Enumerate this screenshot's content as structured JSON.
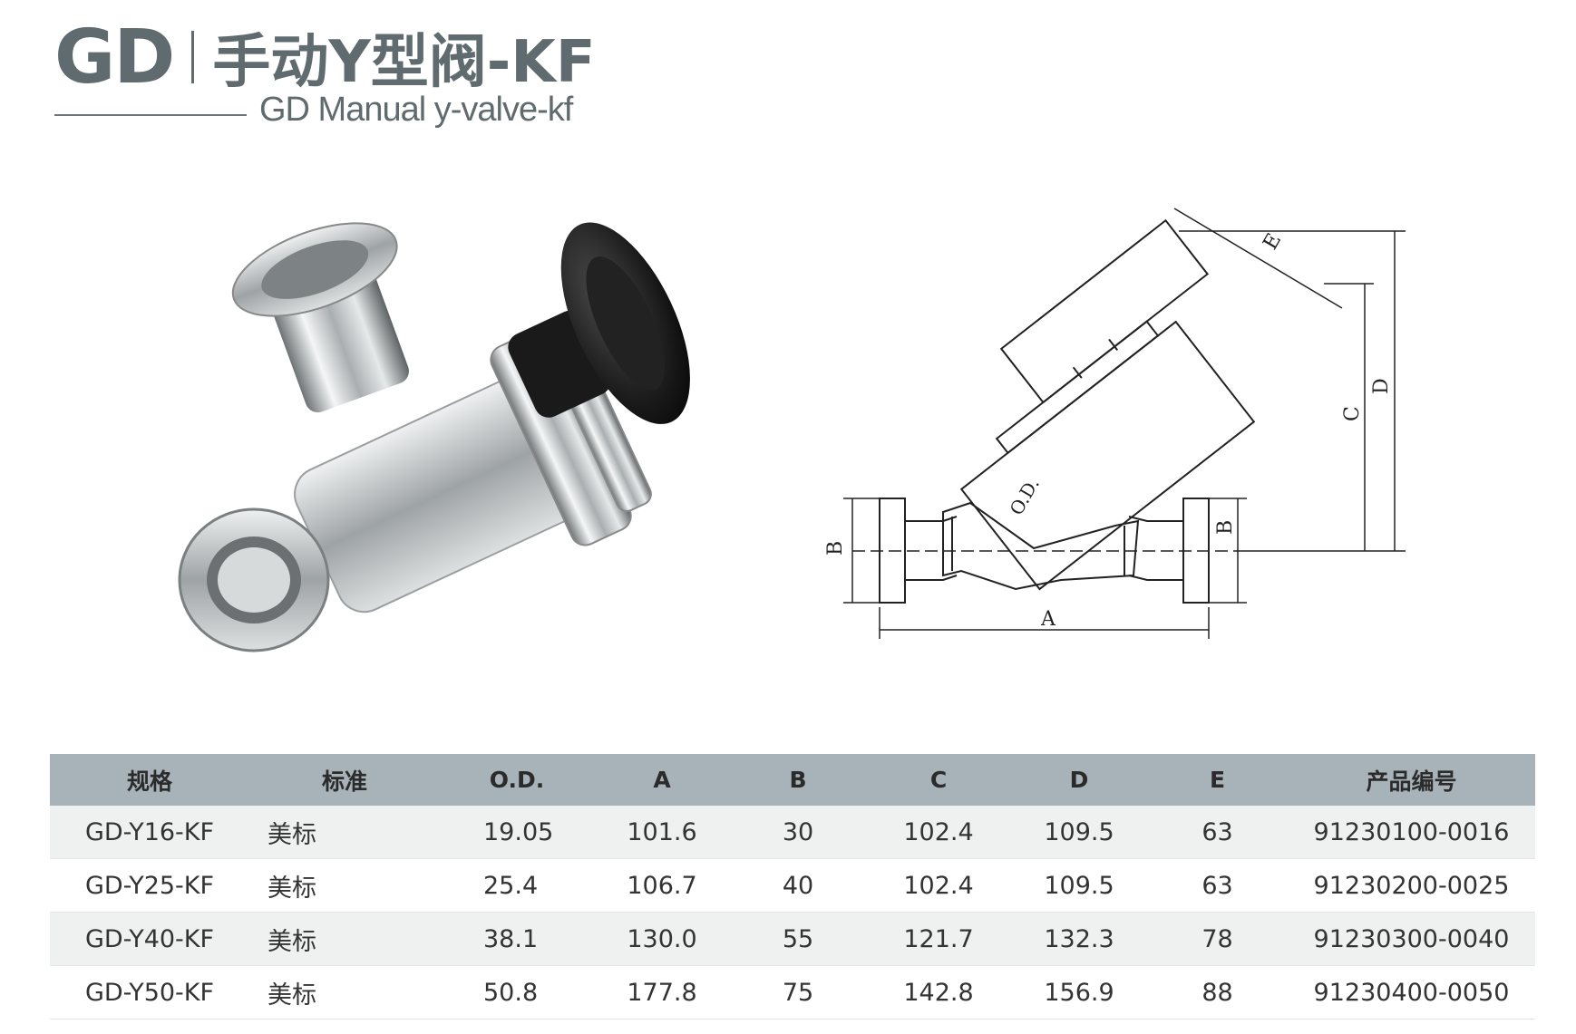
{
  "header": {
    "brand": "GD",
    "title_cn": "手动Y型阀-KF",
    "subtitle_en": "GD Manual y-valve-kf"
  },
  "drawing_labels": {
    "a": "A",
    "b_left": "B",
    "b_right": "B",
    "c": "C",
    "d": "D",
    "e": "E",
    "od": "O.D."
  },
  "table": {
    "columns": [
      "规格",
      "标准",
      "O.D.",
      "A",
      "B",
      "C",
      "D",
      "E",
      "产品编号"
    ],
    "rows": [
      [
        "GD-Y16-KF",
        "美标",
        "19.05",
        "101.6",
        "30",
        "102.4",
        "109.5",
        "63",
        "91230100-0016"
      ],
      [
        "GD-Y25-KF",
        "美标",
        "25.4",
        "106.7",
        "40",
        "102.4",
        "109.5",
        "63",
        "91230200-0025"
      ],
      [
        "GD-Y40-KF",
        "美标",
        "38.1",
        "130.0",
        "55",
        "121.7",
        "132.3",
        "78",
        "91230300-0040"
      ],
      [
        "GD-Y50-KF",
        "美标",
        "50.8",
        "177.8",
        "75",
        "142.8",
        "156.9",
        "88",
        "91230400-0050"
      ]
    ]
  },
  "colors": {
    "title": "#5f6b6e",
    "table_header": "#a7b3b9",
    "row_alt": "#eff1f1"
  }
}
